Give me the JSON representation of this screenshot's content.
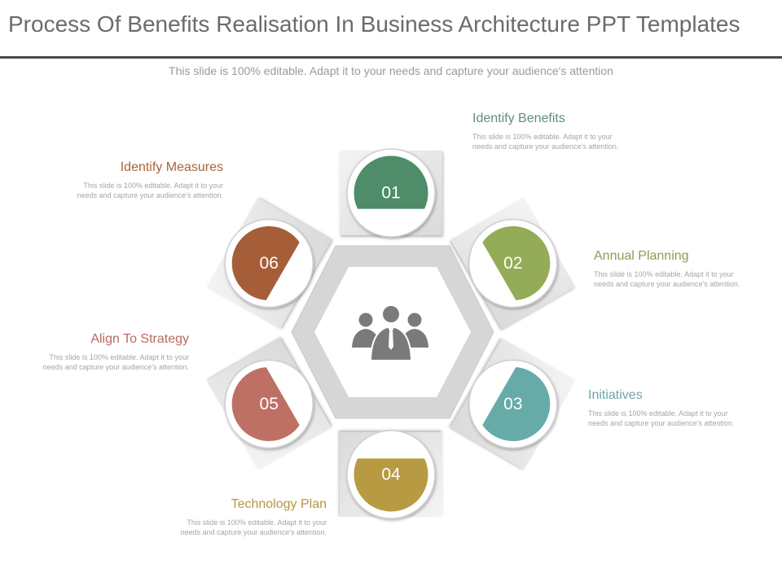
{
  "header": {
    "title": "Process Of Benefits Realisation In Business Architecture PPT Templates",
    "subtitle": "This slide is 100% editable. Adapt it to your needs and capture your audience's attention"
  },
  "center": {
    "icon": "business-team-icon"
  },
  "steps": [
    {
      "number": "01",
      "heading": "Identify Benefits",
      "text": "This slide is 100% editable. Adapt it to your needs and capture your audience's attention.",
      "color": "#4e8c6a"
    },
    {
      "number": "02",
      "heading": "Annual Planning",
      "text": "This slide is 100% editable. Adapt it to your needs and capture your audience's attention.",
      "color": "#94ab57"
    },
    {
      "number": "03",
      "heading": "Initiatives",
      "text": "This slide is 100% editable. Adapt it to your needs and capture your audience's attention.",
      "color": "#67aba9"
    },
    {
      "number": "04",
      "heading": "Technology Plan",
      "text": "This slide is 100% editable. Adapt it to your needs and capture your audience's attention.",
      "color": "#b89a42"
    },
    {
      "number": "05",
      "heading": "Align To Strategy",
      "text": "This slide is 100% editable. Adapt it to your needs and capture your audience's attention.",
      "color": "#bf7065"
    },
    {
      "number": "06",
      "heading": "Identify Measures",
      "text": "This slide is 100% editable. Adapt it to your needs and capture your audience's attention.",
      "color": "#a65e39"
    }
  ]
}
